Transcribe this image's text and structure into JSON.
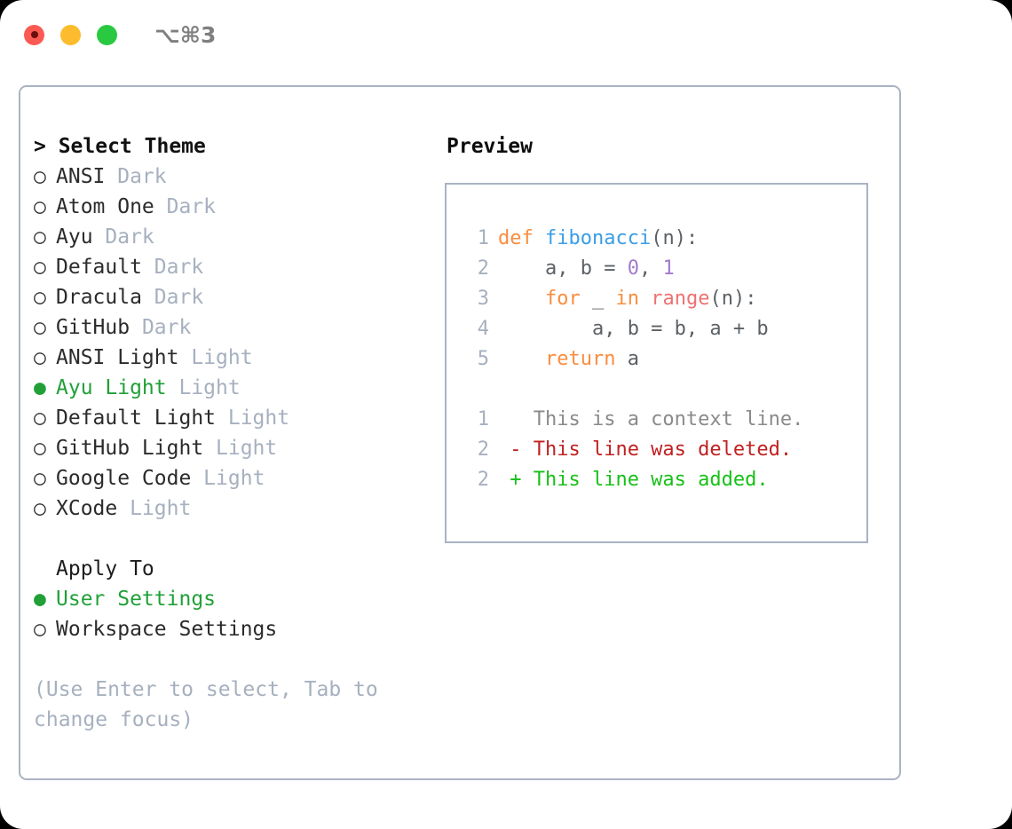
{
  "titlebar": {
    "shortcut": "⌥⌘3",
    "buttons": [
      "close",
      "minimize",
      "maximize"
    ]
  },
  "theme_picker": {
    "header": "> Select Theme",
    "items": [
      {
        "bullet": "○",
        "label": "ANSI",
        "tag": "Dark",
        "selected": false
      },
      {
        "bullet": "○",
        "label": "Atom One",
        "tag": "Dark",
        "selected": false
      },
      {
        "bullet": "○",
        "label": "Ayu",
        "tag": "Dark",
        "selected": false
      },
      {
        "bullet": "○",
        "label": "Default",
        "tag": "Dark",
        "selected": false
      },
      {
        "bullet": "○",
        "label": "Dracula",
        "tag": "Dark",
        "selected": false
      },
      {
        "bullet": "○",
        "label": "GitHub",
        "tag": "Dark",
        "selected": false
      },
      {
        "bullet": "○",
        "label": "ANSI Light",
        "tag": "Light",
        "selected": false
      },
      {
        "bullet": "●",
        "label": "Ayu Light",
        "tag": "Light",
        "selected": true
      },
      {
        "bullet": "○",
        "label": "Default Light",
        "tag": "Light",
        "selected": false
      },
      {
        "bullet": "○",
        "label": "GitHub Light",
        "tag": "Light",
        "selected": false
      },
      {
        "bullet": "○",
        "label": "Google Code",
        "tag": "Light",
        "selected": false
      },
      {
        "bullet": "○",
        "label": "XCode",
        "tag": "Light",
        "selected": false
      }
    ]
  },
  "apply_to": {
    "header": "Apply To",
    "items": [
      {
        "bullet": "●",
        "label": "User Settings",
        "selected": true
      },
      {
        "bullet": "○",
        "label": "Workspace Settings",
        "selected": false
      }
    ]
  },
  "hint": "(Use Enter to select, Tab to change focus)",
  "preview": {
    "title": "Preview",
    "code_lines": [
      {
        "num": "1",
        "tokens": [
          {
            "text": "def ",
            "cls": "t-kw"
          },
          {
            "text": "fibonacci",
            "cls": "t-fn"
          },
          {
            "text": "(n):",
            "cls": "t-plain"
          }
        ]
      },
      {
        "num": "2",
        "tokens": [
          {
            "text": "    a, b = ",
            "cls": "t-plain"
          },
          {
            "text": "0",
            "cls": "t-num"
          },
          {
            "text": ", ",
            "cls": "t-plain"
          },
          {
            "text": "1",
            "cls": "t-num"
          }
        ]
      },
      {
        "num": "3",
        "tokens": [
          {
            "text": "    ",
            "cls": "t-plain"
          },
          {
            "text": "for",
            "cls": "t-kw"
          },
          {
            "text": " _ ",
            "cls": "t-plain"
          },
          {
            "text": "in",
            "cls": "t-kw"
          },
          {
            "text": " ",
            "cls": "t-plain"
          },
          {
            "text": "range",
            "cls": "t-builtin"
          },
          {
            "text": "(n):",
            "cls": "t-plain"
          }
        ]
      },
      {
        "num": "4",
        "tokens": [
          {
            "text": "        a, b = b, a + b",
            "cls": "t-plain"
          }
        ]
      },
      {
        "num": "5",
        "tokens": [
          {
            "text": "    ",
            "cls": "t-plain"
          },
          {
            "text": "return",
            "cls": "t-kw"
          },
          {
            "text": " a",
            "cls": "t-plain"
          }
        ]
      }
    ],
    "diff_lines": [
      {
        "num": "1",
        "tokens": [
          {
            "text": "   This is a context line.",
            "cls": "t-ctx"
          }
        ]
      },
      {
        "num": "2",
        "tokens": [
          {
            "text": " - This line was deleted.",
            "cls": "t-del"
          }
        ]
      },
      {
        "num": "2",
        "tokens": [
          {
            "text": " + This line was added.",
            "cls": "t-add"
          }
        ]
      }
    ]
  },
  "colors": {
    "accent_green": "#21a038",
    "muted": "#a6b0bf",
    "border": "#aab3c4",
    "keyword": "#fa8d3e",
    "function": "#399ee6",
    "number": "#a37acc",
    "builtin": "#f07171",
    "diff_deleted": "#c02020",
    "diff_added": "#17c017"
  }
}
